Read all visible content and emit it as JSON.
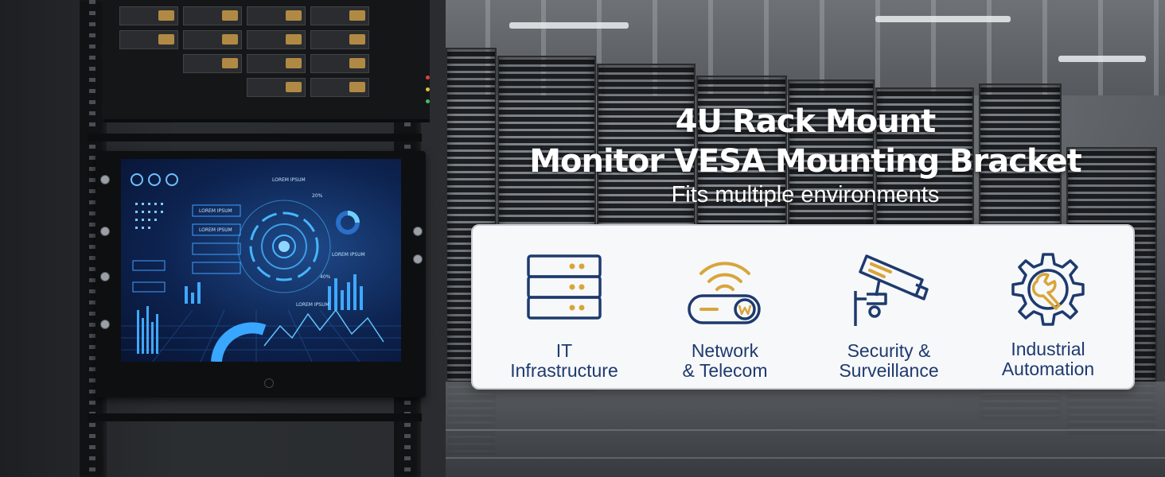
{
  "headline": {
    "line1": "4U Rack Mount",
    "line2": "Monitor VESA Mounting Bracket",
    "subtitle": "Fits multiple environments"
  },
  "environments": [
    {
      "icon": "server-stack-icon",
      "line1": "IT",
      "line2": "Infrastructure"
    },
    {
      "icon": "wifi-router-icon",
      "line1": "Network",
      "line2": "& Telecom"
    },
    {
      "icon": "security-camera-icon",
      "line1": "Security &",
      "line2": "Surveillance"
    },
    {
      "icon": "gear-wrench-icon",
      "line1": "Industrial",
      "line2": "Automation"
    }
  ],
  "screen": {
    "labels": [
      "LOREM IPSUM",
      "LOREM IPSUM",
      "LOREM IPSUM",
      "LOREM IPSUM",
      "LOREM IPSUM"
    ],
    "percent_a": "20%",
    "percent_b": "40%"
  },
  "colors": {
    "icon_navy": "#1e3a6e",
    "icon_gold": "#d9a53a",
    "card_bg": "#f7f8fa",
    "text_white": "#ffffff"
  }
}
